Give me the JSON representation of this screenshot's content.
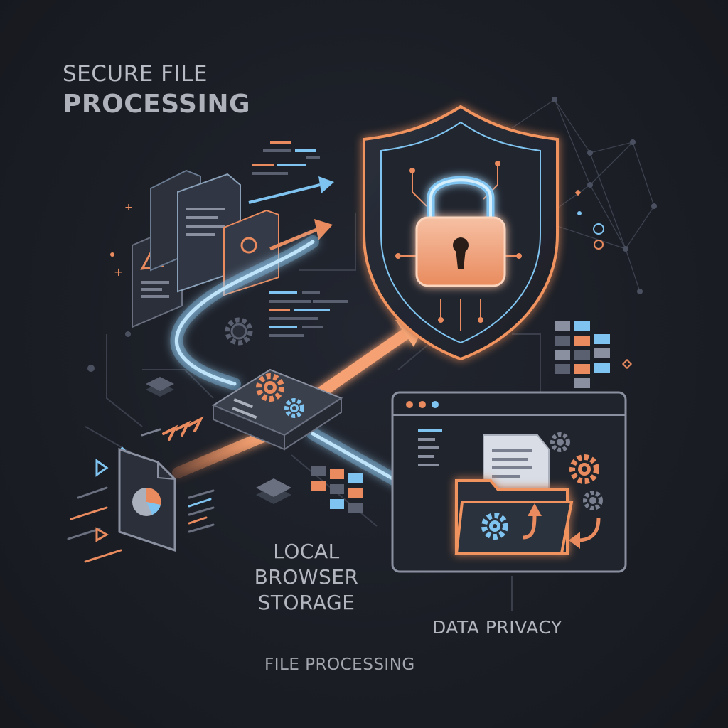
{
  "title": {
    "line1": "SECURE FILE",
    "line2": "PROCESSING"
  },
  "labels": {
    "storage": "LOCAL BROWSER STORAGE",
    "privacy": "DATA PRIVACY",
    "processing": "FILE PROCESSING"
  },
  "palette": {
    "background": "#1b1e25",
    "accent_orange": "#f0935f",
    "accent_blue": "#7fc4f0",
    "line_gray": "#4a5060",
    "text": "#b8bbc3"
  },
  "icons": [
    "shield-icon",
    "padlock-icon",
    "document-icon",
    "pie-chart-document-icon",
    "gear-icon",
    "folder-icon",
    "browser-window-icon",
    "server-node-icon",
    "arrow-icon"
  ]
}
